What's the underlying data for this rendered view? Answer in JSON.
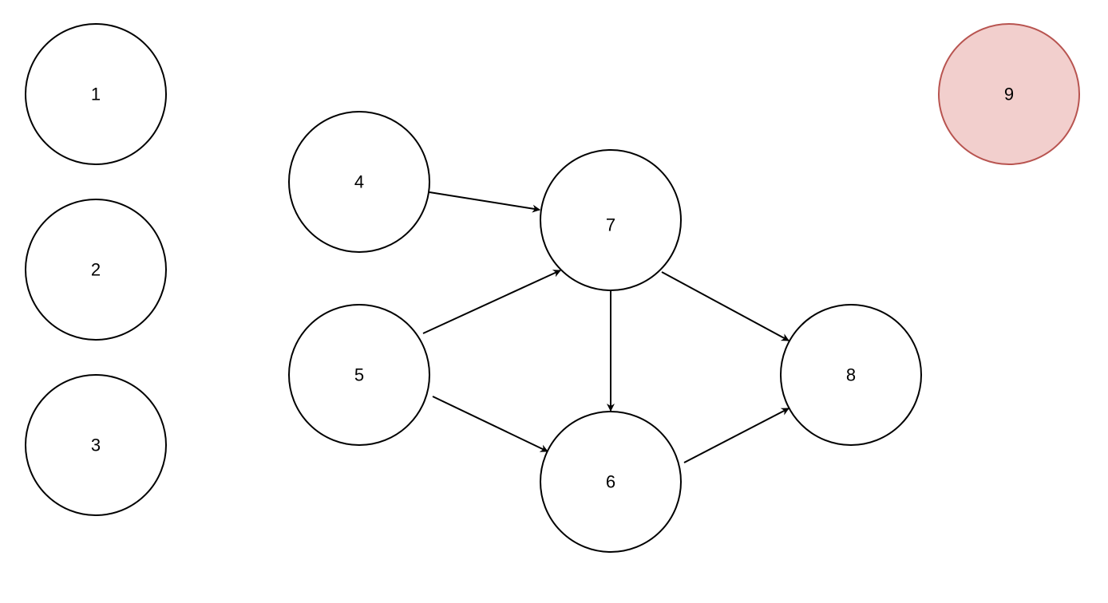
{
  "diagram": {
    "nodes": [
      {
        "id": "n1",
        "label": "1",
        "fill": "#ffffff",
        "stroke": "#000000"
      },
      {
        "id": "n2",
        "label": "2",
        "fill": "#ffffff",
        "stroke": "#000000"
      },
      {
        "id": "n3",
        "label": "3",
        "fill": "#ffffff",
        "stroke": "#000000"
      },
      {
        "id": "n4",
        "label": "4",
        "fill": "#ffffff",
        "stroke": "#000000"
      },
      {
        "id": "n5",
        "label": "5",
        "fill": "#ffffff",
        "stroke": "#000000"
      },
      {
        "id": "n6",
        "label": "6",
        "fill": "#ffffff",
        "stroke": "#000000"
      },
      {
        "id": "n7",
        "label": "7",
        "fill": "#ffffff",
        "stroke": "#000000"
      },
      {
        "id": "n8",
        "label": "8",
        "fill": "#ffffff",
        "stroke": "#000000"
      },
      {
        "id": "n9",
        "label": "9",
        "fill": "#f2cfcd",
        "stroke": "#b85450"
      }
    ],
    "edges": [
      {
        "from": "4",
        "to": "7"
      },
      {
        "from": "5",
        "to": "7"
      },
      {
        "from": "5",
        "to": "6"
      },
      {
        "from": "7",
        "to": "6"
      },
      {
        "from": "7",
        "to": "8"
      },
      {
        "from": "6",
        "to": "8"
      }
    ],
    "edge_color": "#000000"
  }
}
